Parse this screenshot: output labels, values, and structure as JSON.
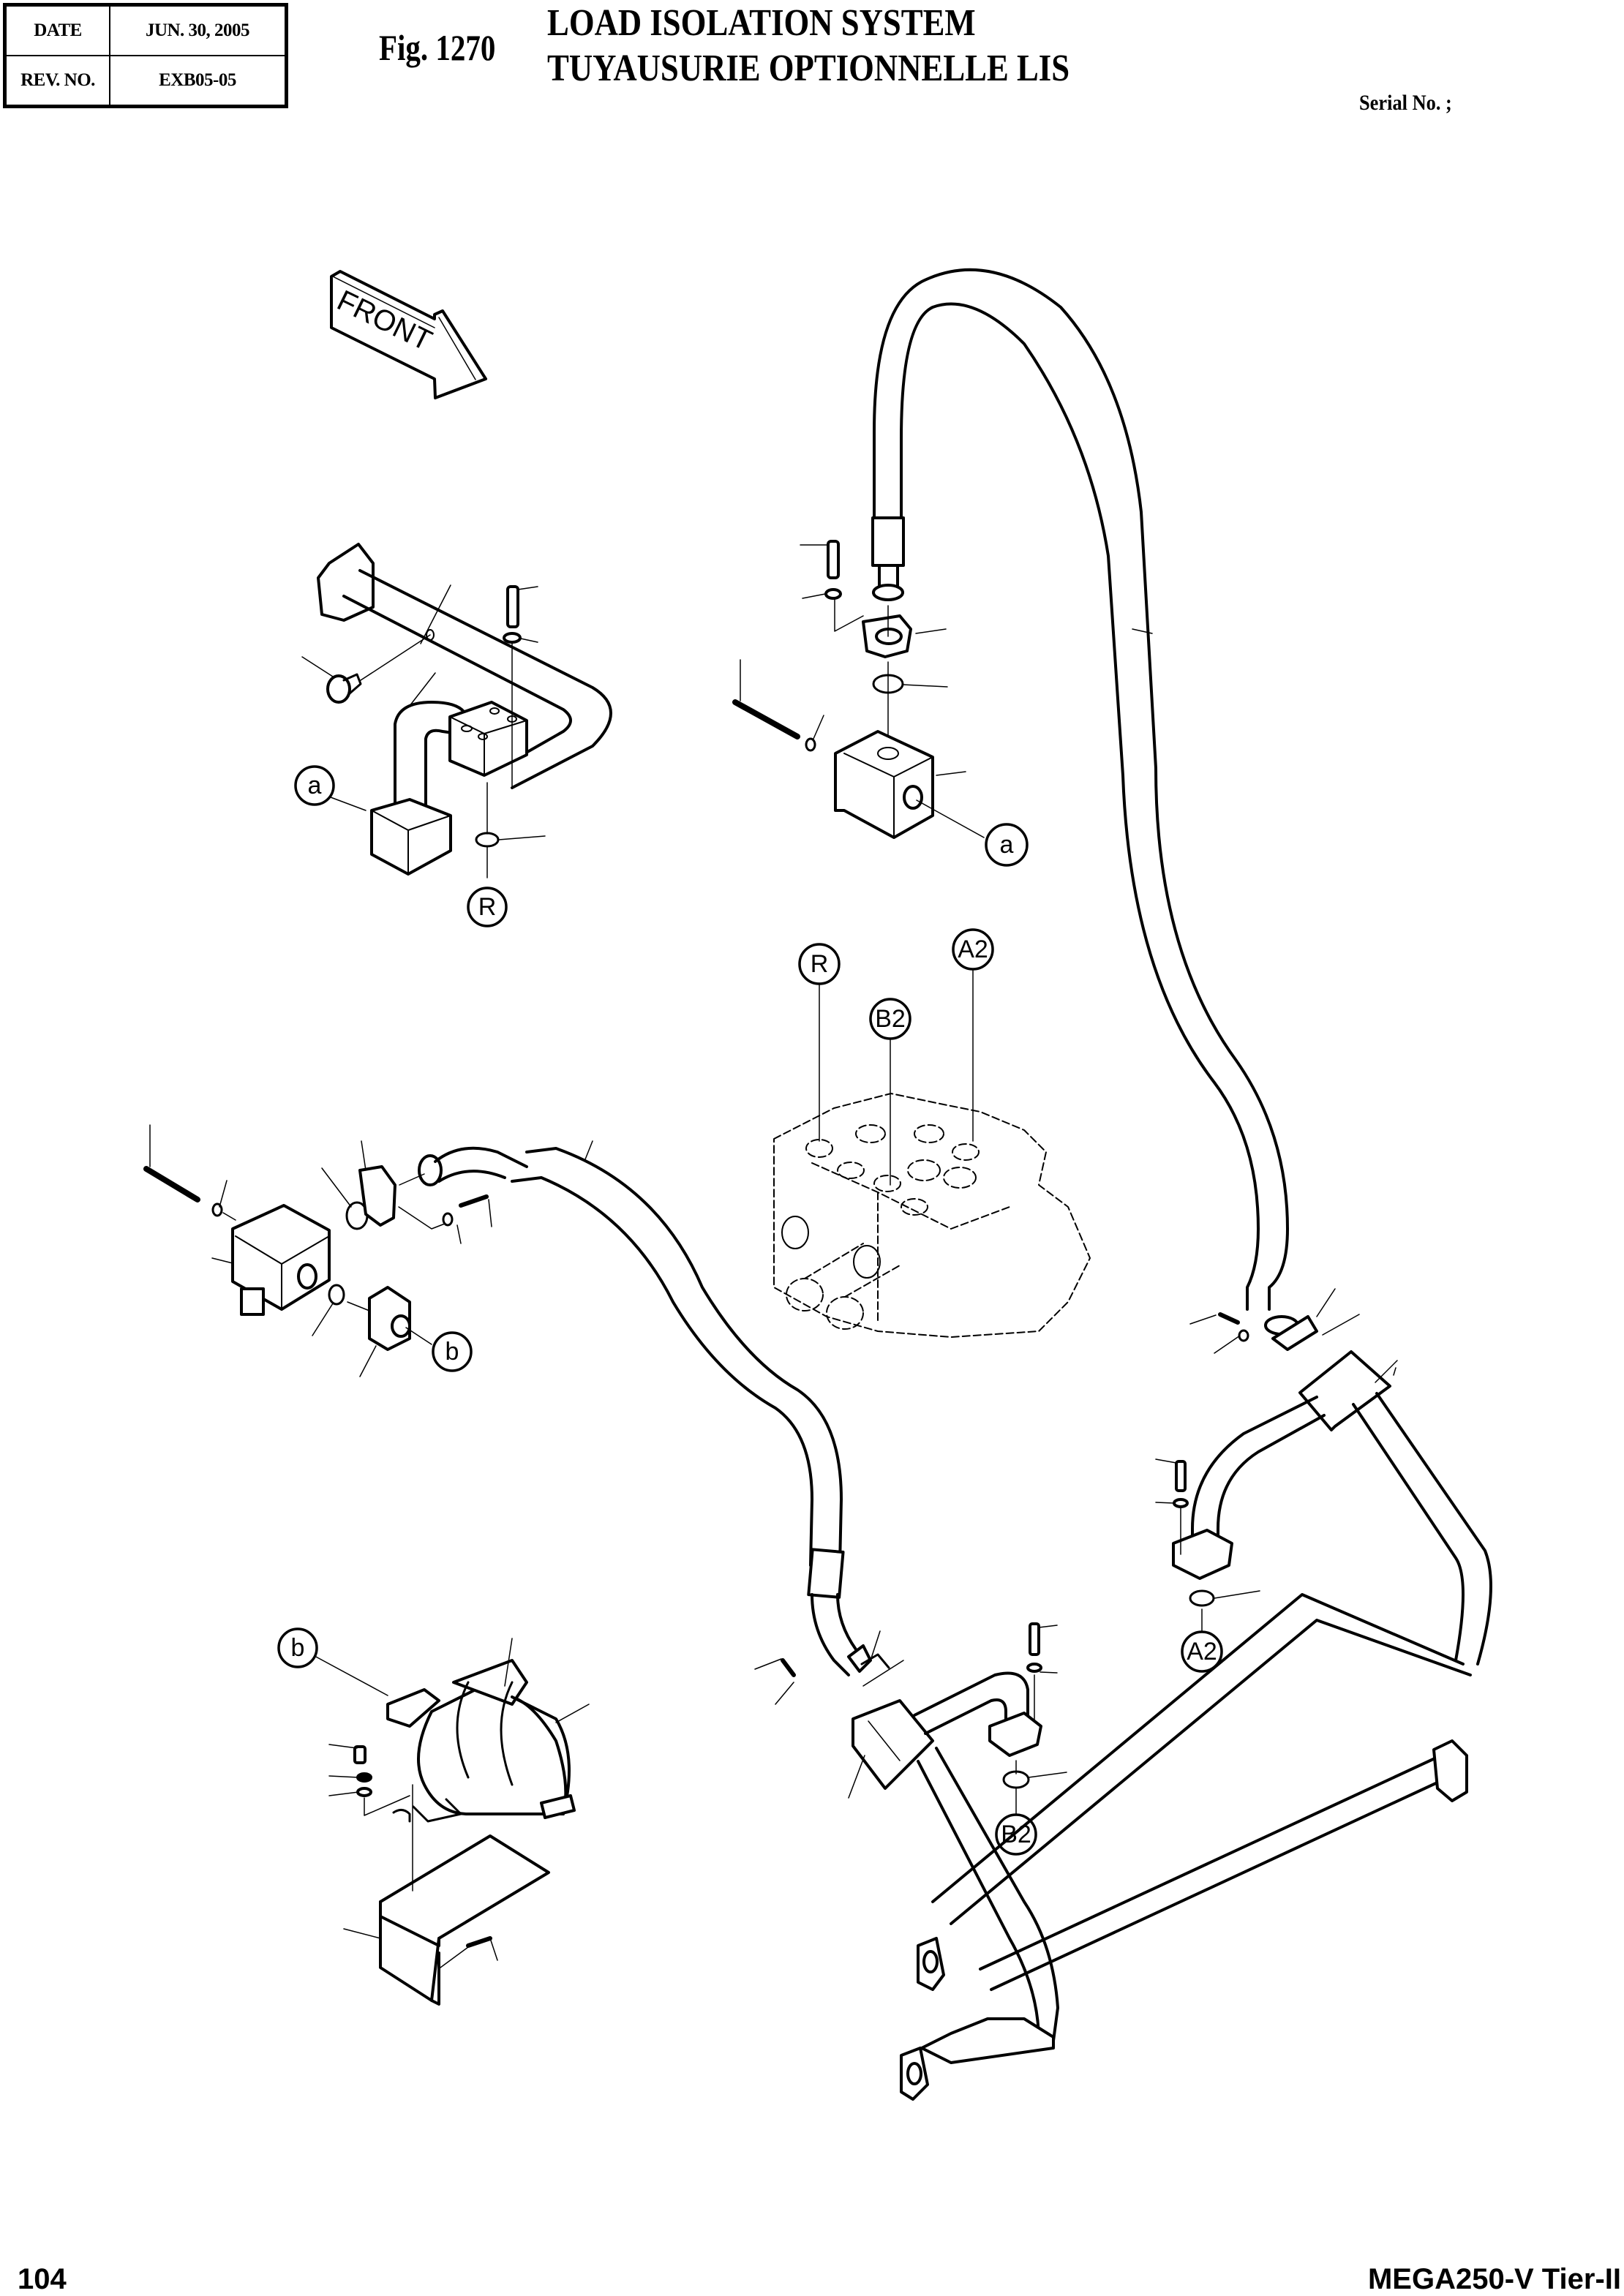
{
  "header": {
    "date_label": "DATE",
    "date_value": "JUN. 30, 2005",
    "rev_label": "REV. NO.",
    "rev_value": "EXB05-05",
    "figure_number": "Fig. 1270",
    "title_en": "LOAD ISOLATION SYSTEM",
    "title_fr": "TUYAUSURIE OPTIONNELLE LIS",
    "serial_label": "Serial No. ;"
  },
  "footer": {
    "page_number": "104",
    "model": "MEGA250-V Tier-II"
  },
  "diagram": {
    "direction_arrow": "FRONT",
    "callouts": [
      {
        "id": "callout-a-upper-left",
        "label": "a"
      },
      {
        "id": "callout-r-upper-left",
        "label": "R"
      },
      {
        "id": "callout-a-upper-center",
        "label": "a"
      },
      {
        "id": "callout-r-valve",
        "label": "R"
      },
      {
        "id": "callout-b2-valve",
        "label": "B2"
      },
      {
        "id": "callout-a2-valve",
        "label": "A2"
      },
      {
        "id": "callout-b-solenoid",
        "label": "b"
      },
      {
        "id": "callout-b-accumulator",
        "label": "b"
      },
      {
        "id": "callout-a2-pipe",
        "label": "A2"
      },
      {
        "id": "callout-b2-pipe",
        "label": "B2"
      }
    ],
    "components": [
      "return-pipe-assembly",
      "flange-block-upper",
      "long-hose-upper",
      "solenoid-valve",
      "hose-middle",
      "main-control-valve",
      "accumulator",
      "accumulator-bracket",
      "pipe-a2",
      "pipe-b2",
      "boom-cylinder-pipes"
    ]
  }
}
